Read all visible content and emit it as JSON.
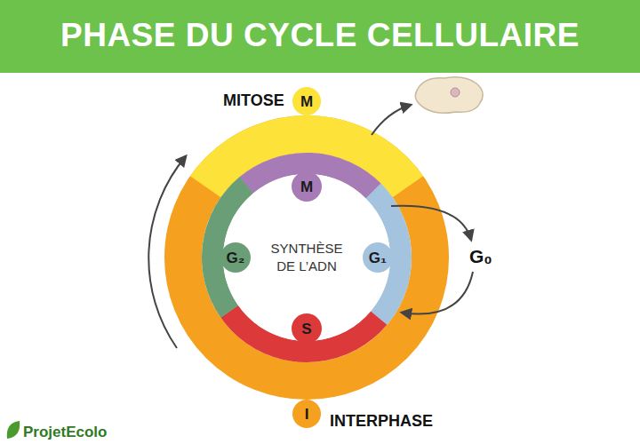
{
  "diagram": {
    "title": "PHASE DU CYCLE CELLULAIRE",
    "nodes": [
      {
        "text": [
          "M"
        ]
      },
      {
        "text": [
          "M"
        ]
      },
      {
        "text": [
          "G₂"
        ]
      },
      {
        "text": [
          "G₁"
        ]
      },
      {
        "text": [
          "S"
        ]
      },
      {
        "text": [
          "I"
        ]
      }
    ],
    "labels": [
      "MITOSE",
      "G₀",
      "SYNTHÈSE DE L’ADN",
      "INTERPHASE",
      "ProjetEcolo"
    ]
  }
}
